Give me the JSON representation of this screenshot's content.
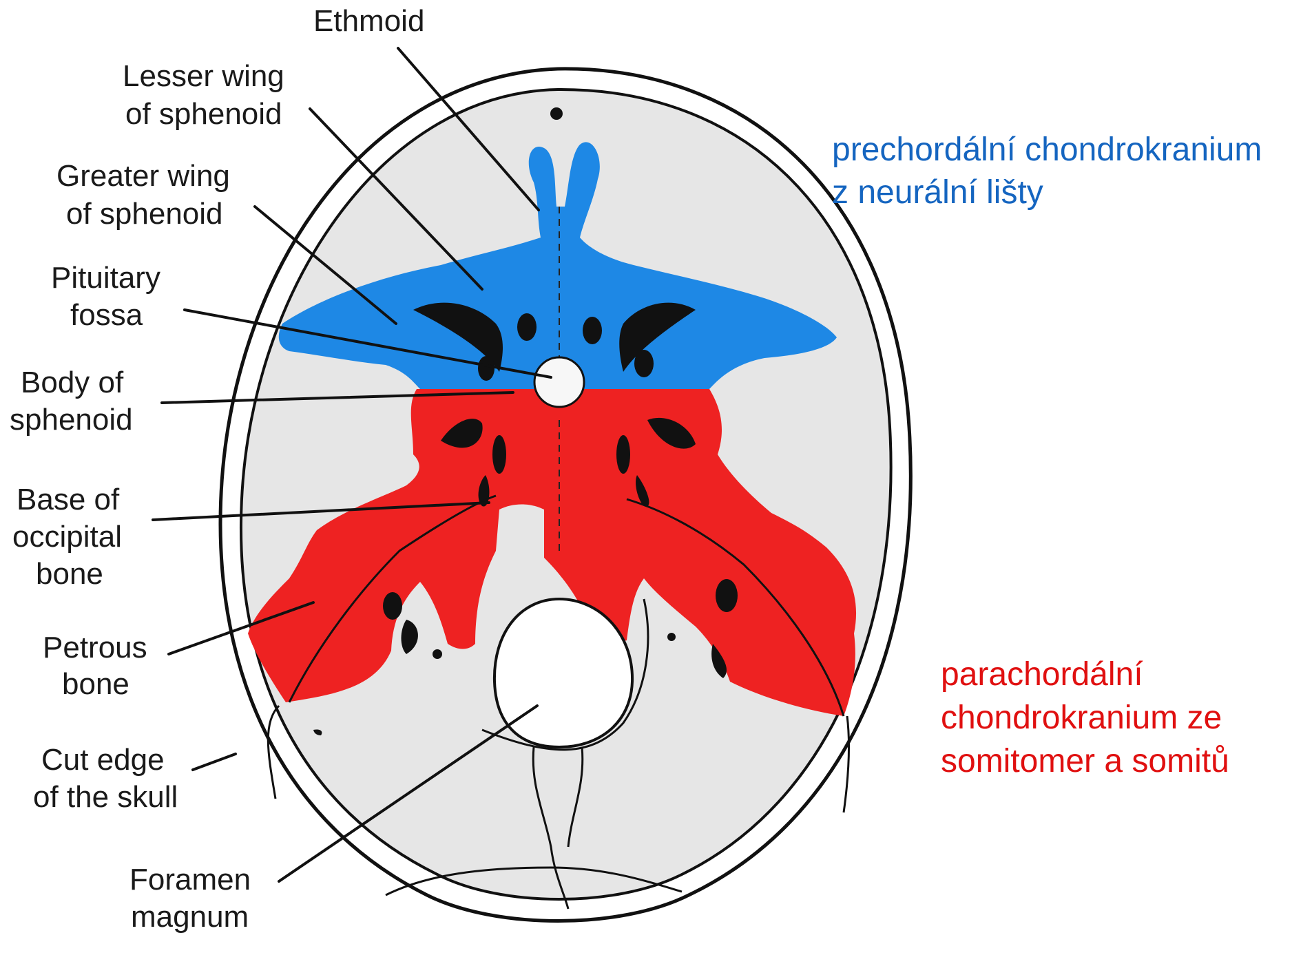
{
  "labels": {
    "ethmoid": "Ethmoid",
    "lesser_wing": [
      "Lesser wing",
      "of sphenoid"
    ],
    "greater_wing": [
      "Greater wing",
      "of sphenoid"
    ],
    "pituitary": [
      "Pituitary",
      "fossa"
    ],
    "body_sphenoid": [
      "Body of",
      "sphenoid"
    ],
    "base_occipital": [
      "Base of",
      "occipital",
      "bone"
    ],
    "petrous": [
      "Petrous",
      "bone"
    ],
    "cut_edge": [
      "Cut edge",
      "of the skull"
    ],
    "foramen": [
      "Foramen",
      "magnum"
    ]
  },
  "notes": {
    "prechordal": [
      "prechordální chondrokranium",
      "z neurální lišty"
    ],
    "parachordal": [
      "parachordální",
      "chondrokranium ze",
      "somitomer a somitů"
    ]
  },
  "colors": {
    "prechordal": "#1e88e5",
    "parachordal": "#ee2222",
    "prechordal_text": "#1565c0",
    "parachordal_text": "#e01010",
    "skull_fill": "#e6e6e6"
  }
}
